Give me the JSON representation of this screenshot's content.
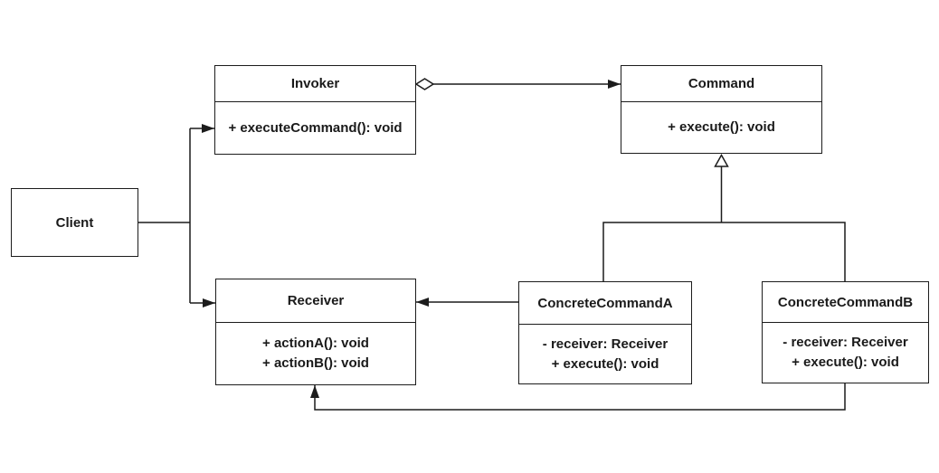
{
  "canvas": {
    "background": "#ffffff",
    "line_color": "#1c1c1c",
    "text_color": "#1a1a1a",
    "box_fill": "#ffffff"
  },
  "classes": {
    "invoker": {
      "name": "Invoker",
      "members": [
        "+ executeCommand(): void"
      ]
    },
    "command": {
      "name": "Command",
      "members": [
        "+ execute(): void"
      ]
    },
    "client": {
      "name": "Client"
    },
    "receiver": {
      "name": "Receiver",
      "members": [
        "+ actionA(): void",
        "+ actionB(): void"
      ]
    },
    "concrete_command_a": {
      "name": "ConcreteCommandA",
      "members": [
        "- receiver: Receiver",
        "+ execute(): void"
      ]
    },
    "concrete_command_b": {
      "name": "ConcreteCommandB",
      "members": [
        "- receiver: Receiver",
        "+ execute(): void"
      ]
    }
  },
  "relationships": [
    {
      "from": "Invoker",
      "to": "Command",
      "type": "aggregation"
    },
    {
      "from": "Client",
      "to": "Invoker",
      "type": "directed-association"
    },
    {
      "from": "Client",
      "to": "Receiver",
      "type": "directed-association"
    },
    {
      "from": "ConcreteCommandA",
      "to": "Command",
      "type": "generalization"
    },
    {
      "from": "ConcreteCommandB",
      "to": "Command",
      "type": "generalization"
    },
    {
      "from": "ConcreteCommandA",
      "to": "Receiver",
      "type": "directed-association"
    },
    {
      "from": "ConcreteCommandB",
      "to": "Receiver",
      "type": "directed-association"
    }
  ]
}
